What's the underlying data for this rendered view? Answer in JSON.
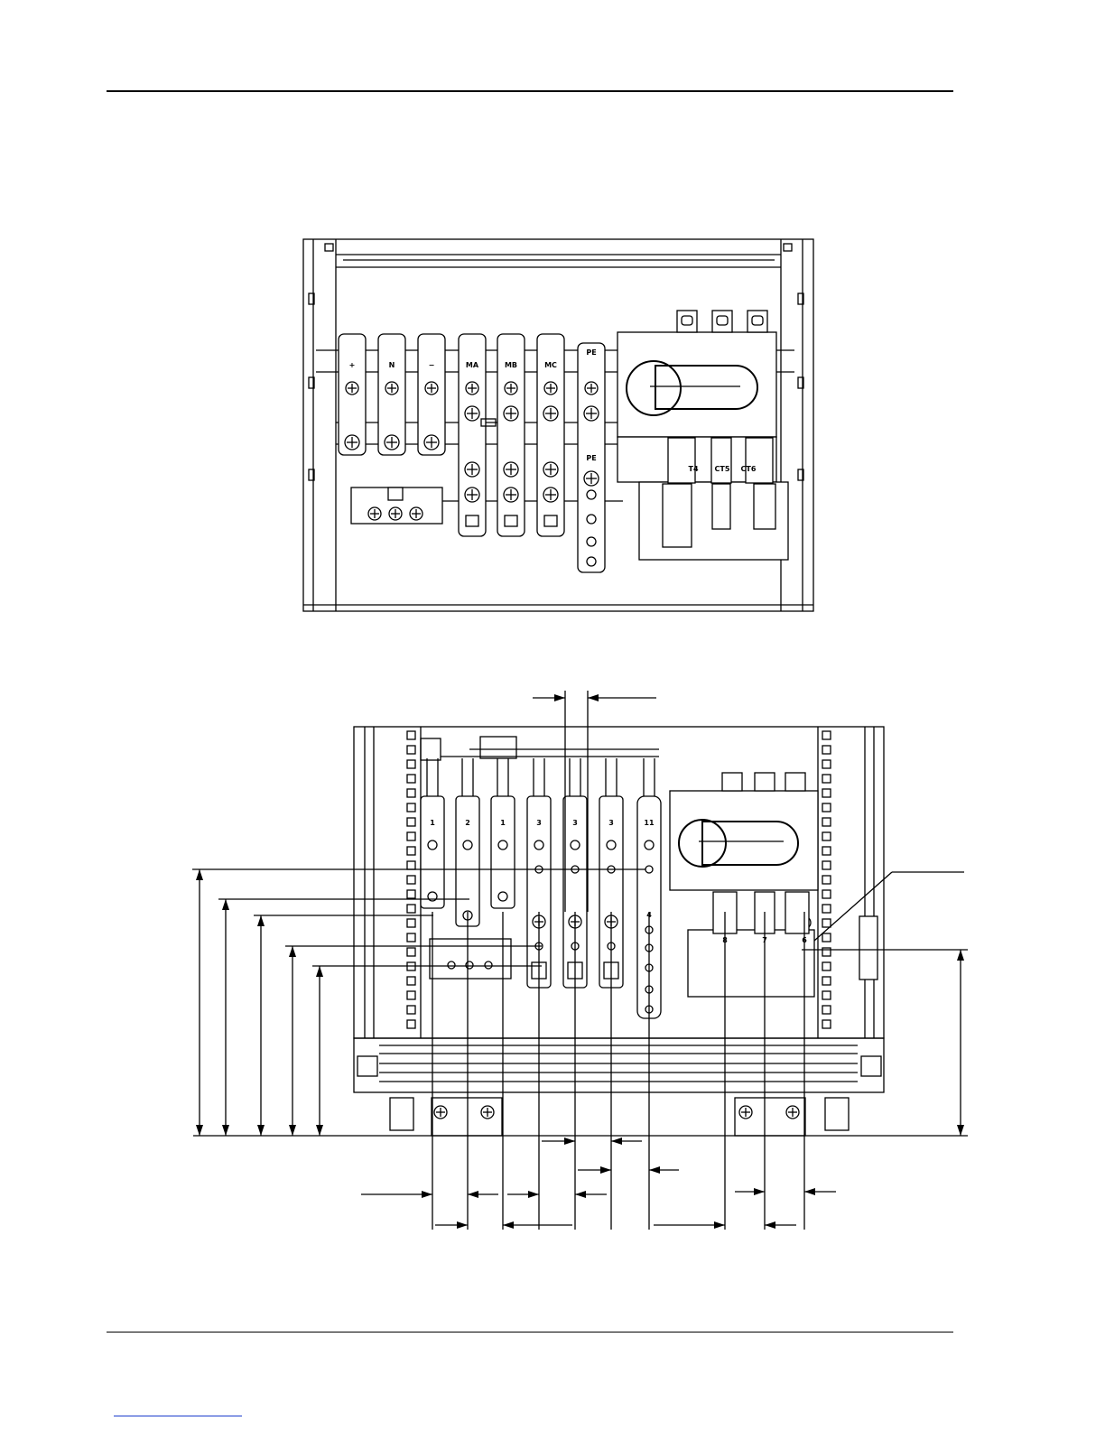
{
  "top_view": {
    "bar_labels": [
      "+",
      "N",
      "−",
      "MA",
      "MB",
      "MC",
      "PE",
      "PE",
      "T4",
      "CT5",
      "CT6"
    ]
  },
  "front_view": {
    "bar_labels": [
      "1",
      "2",
      "1",
      "3",
      "3",
      "3",
      "11",
      "4",
      "8",
      "7",
      "6"
    ]
  }
}
